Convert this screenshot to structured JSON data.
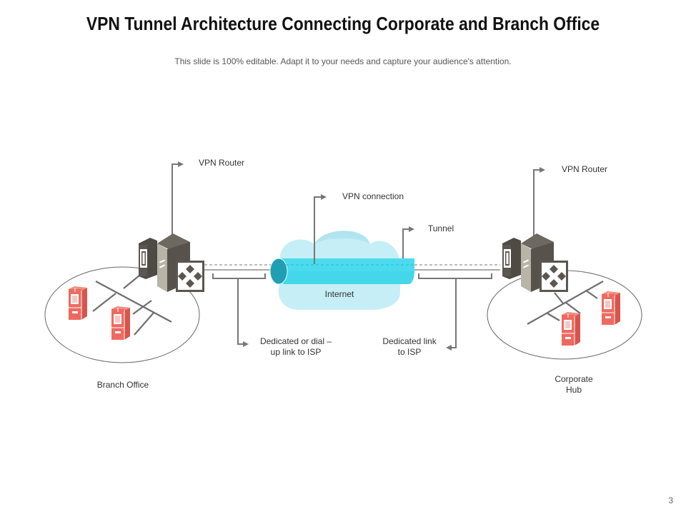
{
  "title": "VPN Tunnel Architecture Connecting Corporate and Branch Office",
  "subtitle": "This slide is 100% editable. Adapt it to your needs and capture your audience's attention.",
  "labels": {
    "vpn_router_left": "VPN Router",
    "vpn_router_right": "VPN Router",
    "vpn_connection": "VPN connection",
    "tunnel": "Tunnel",
    "internet": "Internet",
    "link_left_line1": "Dedicated or dial –",
    "link_left_line2": "up link to ISP",
    "link_right_line1": "Dedicated link",
    "link_right_line2": "to ISP",
    "branch_office": "Branch Office",
    "corporate_line1": "Corporate",
    "corporate_line2": "Hub"
  },
  "colors": {
    "tunnel": "#44d6ea",
    "tunnel_end": "#1e9fb4",
    "cloud": "#c6eef6",
    "device_dark": "#5b5750",
    "device_light": "#b8b4a8",
    "computer": "#ee6a60",
    "connector": "#777777"
  },
  "page_number": "3"
}
